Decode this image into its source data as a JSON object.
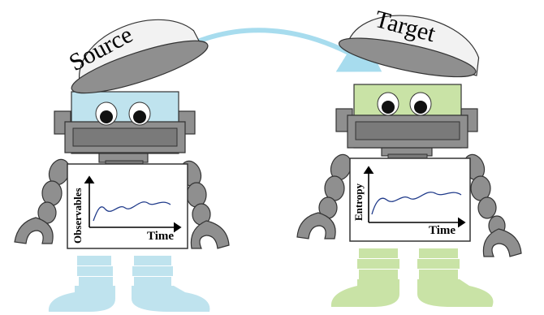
{
  "source_robot": {
    "hat_label": "Source",
    "plot_xlabel": "Time",
    "plot_ylabel": "Observables",
    "face_color": "#bfe3ee",
    "boots_color": "#bfe3ee"
  },
  "target_robot": {
    "hat_label": "Target",
    "plot_xlabel": "Time",
    "plot_ylabel": "Entropy",
    "face_color": "#c9e3a6",
    "boots_color": "#c9e3a6"
  },
  "colors": {
    "metal": "#8f8f8f",
    "metal_dark": "#6e6e6e",
    "hat_dome": "#f2f2f2",
    "arrow": "#a7dcee",
    "curve": "#1f3a8a"
  }
}
